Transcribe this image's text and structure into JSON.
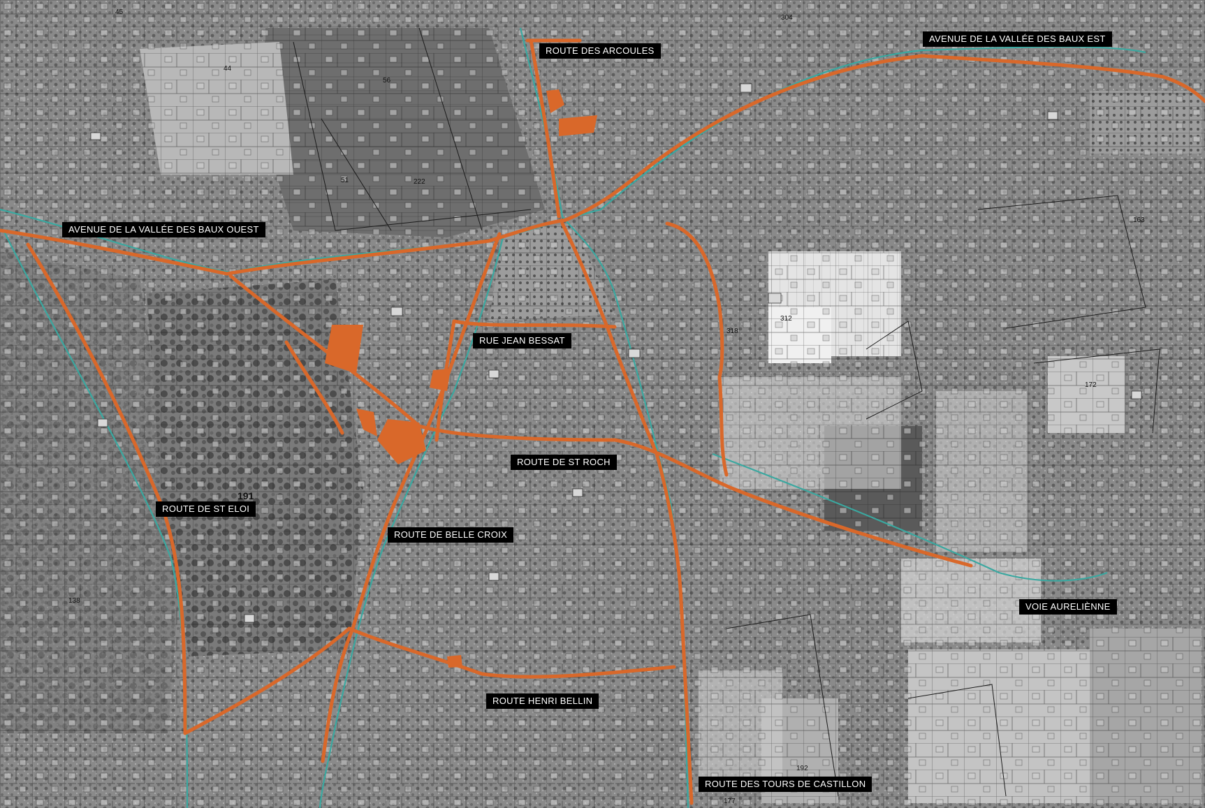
{
  "map": {
    "type": "aerial cadastral map",
    "colors": {
      "road_highlight": "#d9682a",
      "canal": "#3aa8a0",
      "label_bg": "#000000",
      "label_text": "#ffffff",
      "parcel_lines": "#1a1a1a"
    },
    "road_labels": {
      "arcoules": "ROUTE DES ARCOULES",
      "baux_est": "AVENUE DE LA VALLÉE DES BAUX EST",
      "baux_ouest": "AVENUE DE LA VALLÉE DES BAUX OUEST",
      "jean_bessat": "RUE JEAN BESSAT",
      "st_roch": "ROUTE DE ST ROCH",
      "st_eloi": "ROUTE DE ST ELOI",
      "belle_croix": "ROUTE DE BELLE CROIX",
      "aurelienne": "VOIE AURELIÈNNE",
      "henri_bellin": "ROUTE HENRI BELLIN",
      "tours_castillon": "ROUTE DES TOURS DE CASTILLON"
    },
    "parcel_numbers": {
      "p45": "45",
      "p304": "304",
      "p44": "44",
      "p56": "56",
      "p51": "51",
      "p222": "222",
      "p163": "163",
      "p312": "312",
      "p318": "318",
      "p172": "172",
      "p191": "191",
      "p138": "138",
      "p192": "192",
      "p177": "177"
    }
  }
}
